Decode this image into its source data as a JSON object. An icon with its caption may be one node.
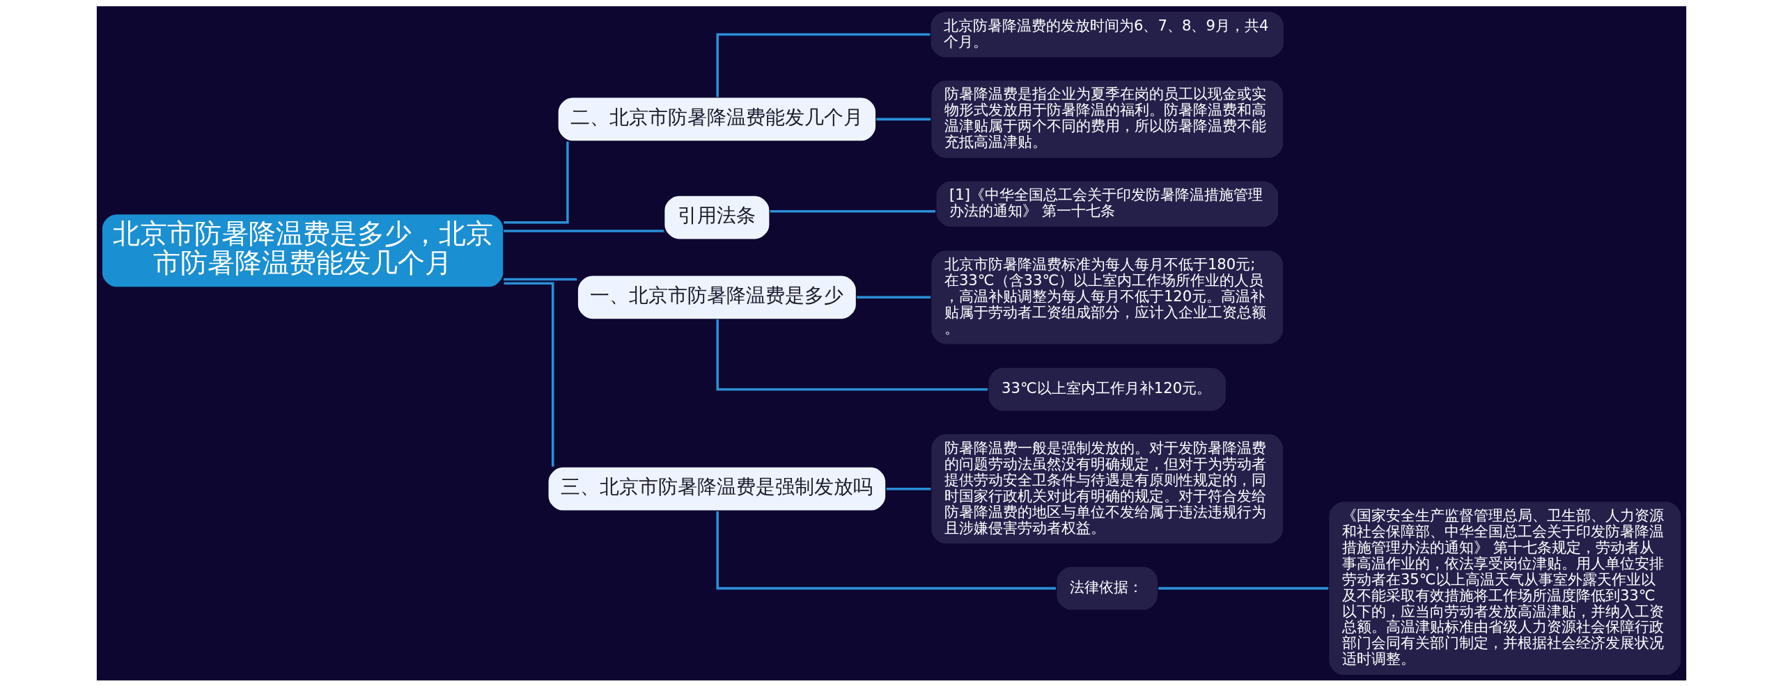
{
  "diagram": {
    "nodes": [
      {
        "text": [
          "北京市防暑降温费是多少，北京市防暑降温费能发几个月"
        ]
      },
      {
        "text": [
          "二、北京市防暑降温费能发几个月"
        ]
      },
      {
        "text": [
          "北京防暑降温费的发放时间为6、7、8、9月，共4个月。"
        ]
      },
      {
        "text": [
          "防暑降温费是指企业为夏季在岗的员工以现金或实物形式发放用于防暑降温的福利。防暑降温费和高温津贴属于两个不同的费用，所以防暑降温费不能充抵高温津贴。"
        ]
      },
      {
        "text": [
          "引用法条"
        ]
      },
      {
        "text": [
          "[1]《中华全国总工会关于印发防暑降温措施管理办法的通知》 第一十七条"
        ]
      },
      {
        "text": [
          "一、北京市防暑降温费是多少"
        ]
      },
      {
        "text": [
          "北京市防暑降温费标准为每人每月不低于180元;在33℃（含33℃）以上室内工作场所作业的人员，高温补贴调整为每人每月不低于120元。高温补贴属于劳动者工资组成部分，应计入企业工资总额。"
        ]
      },
      {
        "text": [
          "33℃以上室内工作月补120元。"
        ]
      },
      {
        "text": [
          "三、北京市防暑降温费是强制发放吗"
        ]
      },
      {
        "text": [
          "防暑降温费一般是强制发放的。对于发防暑降温费的问题劳动法虽然没有明确规定，但对于为劳动者提供劳动安全卫条件与待遇是有原则性规定的，同时国家行政机关对此有明确的规定。对于符合发给防暑降温费的地区与单位不发给属于违法违规行为且涉嫌侵害劳动者权益。"
        ]
      },
      {
        "text": [
          "法律依据："
        ]
      },
      {
        "text": [
          "《国家安全生产监督管理总局、卫生部、人力资源和社会保障部、中华全国总工会关于印发防暑降温措施管理办法的通知》 第十七条规定，劳动者从事高温作业的，依法享受岗位津贴。用人单位安排劳动者在35℃以上高温天气从事室外露天作业以及不能采取有效措施将工作场所温度降低到33℃以下的，应当向劳动者发放高温津贴，并纳入工资总额。高温津贴标准由省级人力资源社会保障行政部门会同有关部门制定，并根据社会经济发展状况适时调整。"
        ]
      }
    ],
    "edges": [
      {
        "from": 0,
        "to": 1,
        "arrow": "none"
      },
      {
        "from": 1,
        "to": 2,
        "arrow": "none"
      },
      {
        "from": 1,
        "to": 3,
        "arrow": "none"
      },
      {
        "from": 0,
        "to": 4,
        "arrow": "none"
      },
      {
        "from": 4,
        "to": 5,
        "arrow": "none"
      },
      {
        "from": 0,
        "to": 6,
        "arrow": "none"
      },
      {
        "from": 6,
        "to": 7,
        "arrow": "none"
      },
      {
        "from": 6,
        "to": 8,
        "arrow": "none"
      },
      {
        "from": 0,
        "to": 9,
        "arrow": "none"
      },
      {
        "from": 9,
        "to": 10,
        "arrow": "none"
      },
      {
        "from": 9,
        "to": 11,
        "arrow": "none"
      },
      {
        "from": 11,
        "to": 12,
        "arrow": "none"
      }
    ]
  }
}
